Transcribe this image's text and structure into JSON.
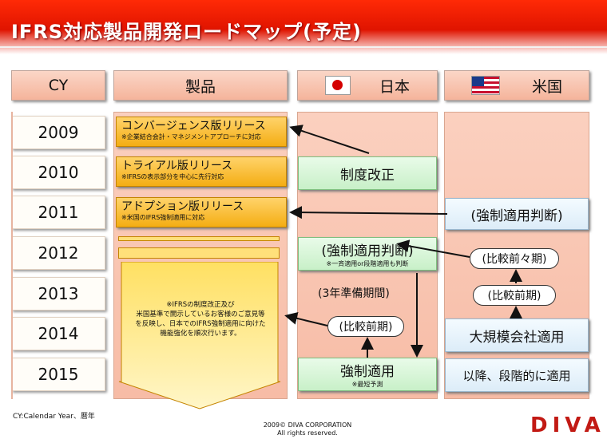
{
  "title": "IFRS対応製品開発ロードマップ(予定)",
  "headers": {
    "cy": "CY",
    "products": "製品",
    "japan": "日本",
    "usa": "米国"
  },
  "years": [
    "2009",
    "2010",
    "2011",
    "2012",
    "2013",
    "2014",
    "2015"
  ],
  "products": [
    {
      "title": "コンバージェンス版リリース",
      "note": "※企業結合会計・マネジメントアプローチに対応"
    },
    {
      "title": "トライアル版リリース",
      "note": "※IFRSの表示部分を中心に先行対応"
    },
    {
      "title": "アドプション版リリース",
      "note": "※米国のIFRS強制適用に対応"
    }
  ],
  "future_note": [
    "※IFRSの制度改正及び",
    "米国基準で開示しているお客様のご意見等",
    "を反映し、日本でのIFRS強制適用に向けた",
    "機能強化を順次行います。"
  ],
  "japan": {
    "reform": "制度改正",
    "decision": "(強制適用判断)",
    "decision_note": "※一斉適用or段階適用も判断",
    "prep": "(3年準備期間)",
    "comparative": "(比較前期)",
    "mandatory": "強制適用",
    "mandatory_note": "※最短予測"
  },
  "usa": {
    "decision": "(強制適用判断)",
    "comparative2": "(比較前々期)",
    "comparative1": "(比較前期)",
    "large": "大規模会社適用",
    "later": "以降、段階的に適用"
  },
  "footer": {
    "legend": "CY:Calendar Year、暦年",
    "copyright": "2009© DIVA CORPORATION",
    "rights": "All rights reserved.",
    "logo": "DIVA"
  },
  "colors": {
    "title_red": "#e01400",
    "header_salmon": "#f5b49b",
    "product_gold": "#f4ad13",
    "japan_green": "#c8f0c8",
    "usa_blue": "#dcecf8",
    "logo_red": "#c21a14"
  }
}
